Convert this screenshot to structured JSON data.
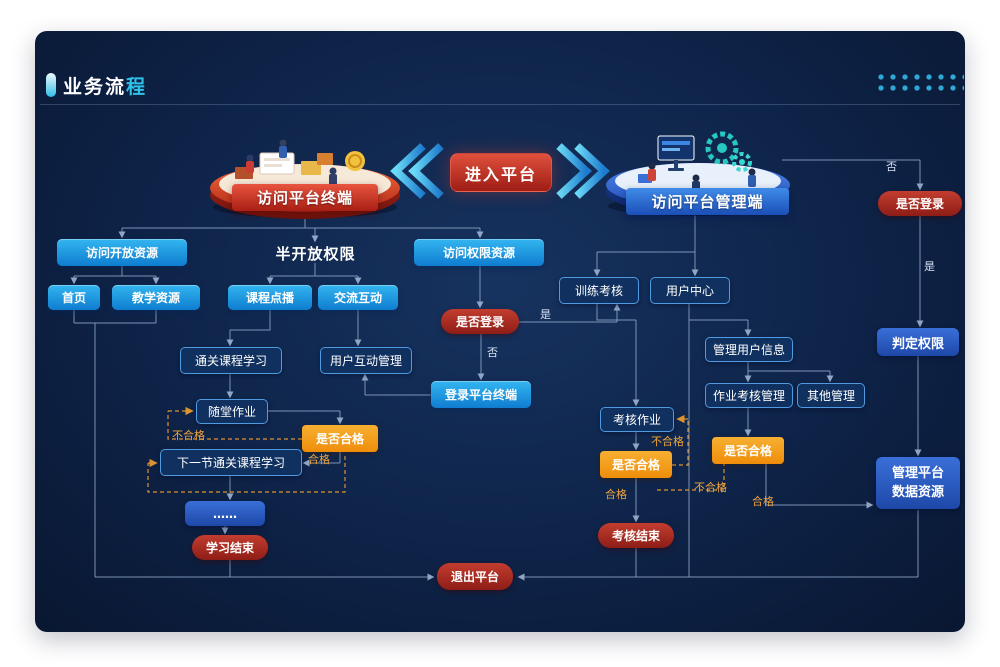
{
  "colors": {
    "card_bg": "#0e2348",
    "node_cyan": "#1e9ae0",
    "node_red": "#a8322a",
    "node_orange": "#f19b1f",
    "node_blue": "#2a5cae",
    "line": "#8fa6c8",
    "dashed_line": "#e8992f",
    "accent_cyan": "#2fc1e8"
  },
  "header": {
    "title_main": "业务流",
    "title_accent": "程"
  },
  "top": {
    "enter_button": "进入平台",
    "left_platform_label": "访问平台终端",
    "right_platform_label": "访问平台管理端"
  },
  "nodes": {
    "open_res": "访问开放资源",
    "semi_open": "半开放权限",
    "perm_res": "访问权限资源",
    "home": "首页",
    "teach_res": "教学资源",
    "course_vod": "课程点播",
    "interact": "交流互动",
    "login_q_center": "是否登录",
    "train_assess": "训练考核",
    "user_center": "用户中心",
    "pass_course": "通关课程学习",
    "user_interact_mgmt": "用户互动管理",
    "login_terminal": "登录平台终端",
    "manage_user_info": "管理用户信息",
    "class_homework": "随堂作业",
    "pass_q1": "是否合格",
    "assess_homework": "考核作业",
    "homework_assess_mgmt": "作业考核管理",
    "other_mgmt": "其他管理",
    "next_course": "下一节通关课程学习",
    "pass_q2": "是否合格",
    "pass_q3": "是否合格",
    "ellipsis": "……",
    "study_end": "学习结束",
    "assess_end": "考核结束",
    "judge_perm": "判定权限",
    "login_q_right": "是否登录",
    "manage_platform_line1": "管理平台",
    "manage_platform_line2": "数据资源",
    "exit_platform": "退出平台"
  },
  "edge_labels": {
    "yes1": "是",
    "no1": "否",
    "yes2": "是",
    "no2": "否",
    "pass1": "合格",
    "pass2": "合格",
    "pass3": "合格",
    "fail1": "不合格",
    "fail2": "不合格",
    "fail3": "不合格"
  }
}
